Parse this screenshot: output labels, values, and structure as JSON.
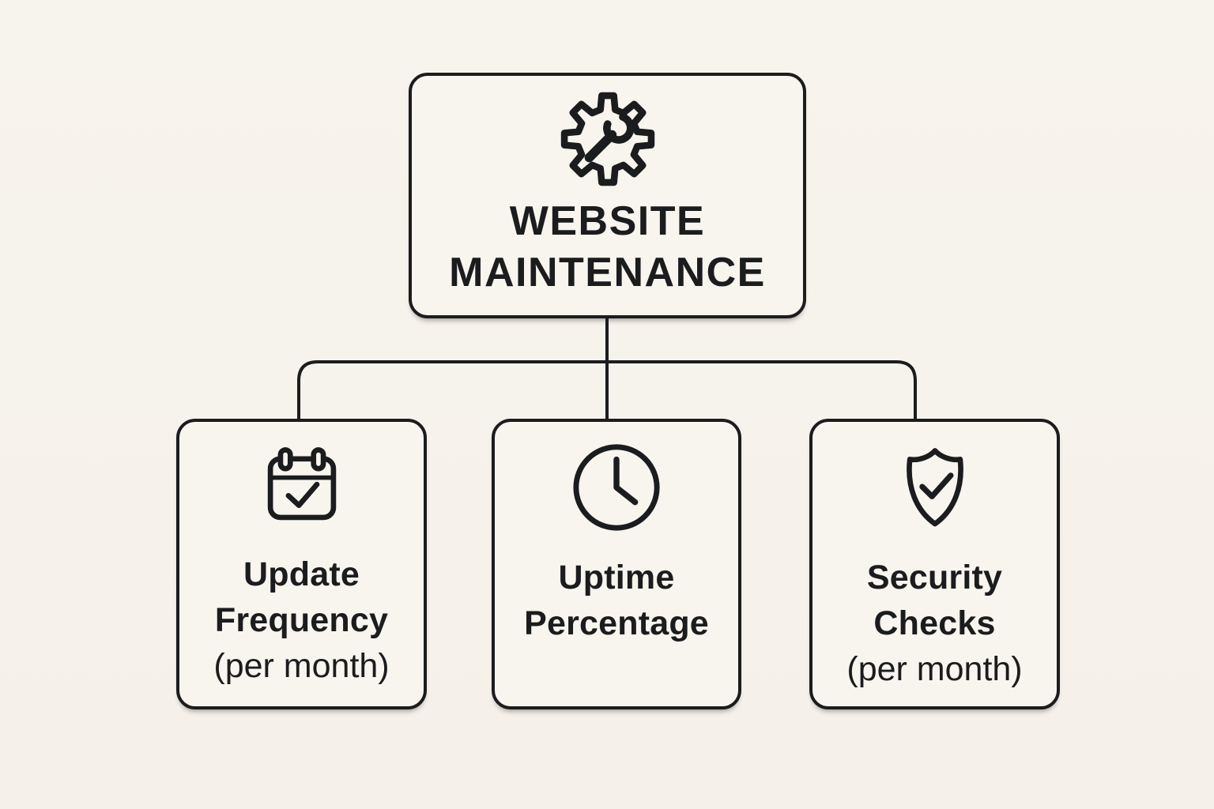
{
  "palette": {
    "background": "#f6f2ec",
    "node_fill": "#f8f4ee",
    "ink": "#1b1c1e"
  },
  "root": {
    "icon": "gear-wrench-icon",
    "title_line1": "WEBSITE",
    "title_line2": "MAINTENANCE"
  },
  "children": [
    {
      "icon": "calendar-check-icon",
      "line1": "Update",
      "line2": "Frequency",
      "subtitle": "(per month)"
    },
    {
      "icon": "clock-icon",
      "line1": "Uptime",
      "line2": "Percentage",
      "subtitle": ""
    },
    {
      "icon": "shield-check-icon",
      "line1": "Security",
      "line2": "Checks",
      "subtitle": "(per month)"
    }
  ]
}
